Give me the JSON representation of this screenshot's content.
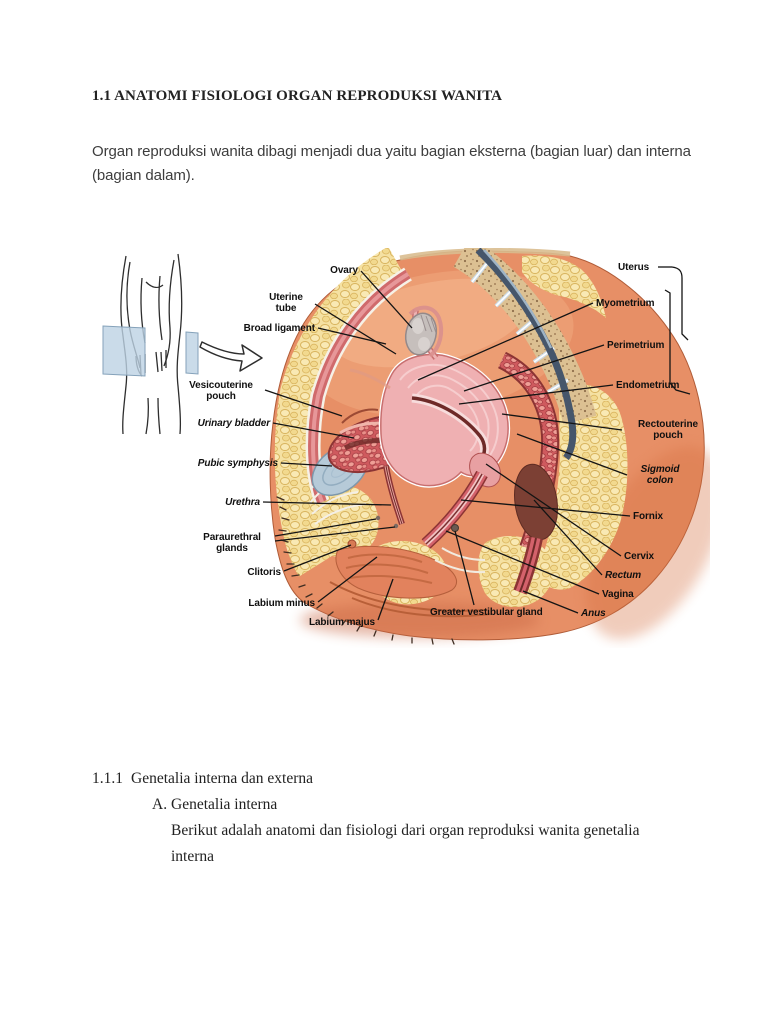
{
  "document": {
    "heading": "1.1 ANATOMI FISIOLOGI ORGAN REPRODUKSI WANITA",
    "intro_line1": "Organ reproduksi wanita dibagi menjadi dua yaitu bagian eksterna (bagian luar) dan interna",
    "intro_line2": "(bagian dalam).",
    "section": {
      "number": "1.1.1",
      "title": "Genetalia interna dan externa",
      "item_marker": "A.",
      "item_title": "Genetalia interna",
      "item_body_line1": "Berikut adalah anatomi dan fisiologi dari organ reproduksi wanita genetalia",
      "item_body_line2": "interna"
    }
  },
  "figure": {
    "labels": {
      "ovary": "Ovary",
      "uterine_tube": "Uterine tube",
      "broad_ligament": "Broad ligament",
      "vesicouterine_pouch": "Vesicouterine pouch",
      "urinary_bladder": "Urinary bladder",
      "pubic_symphysis": "Pubic symphysis",
      "urethra": "Urethra",
      "paraurethral_glands": "Paraurethral glands",
      "clitoris": "Clitoris",
      "labium_minus": "Labium minus",
      "labium_majus": "Labium majus",
      "greater_vestibular_gland": "Greater vestibular gland",
      "uterus": "Uterus",
      "myometrium": "Myometrium",
      "perimetrium": "Perimetrium",
      "endometrium": "Endometrium",
      "rectouterine_pouch": "Rectouterine pouch",
      "sigmoid_colon": "Sigmoid colon",
      "fornix": "Fornix",
      "cervix": "Cervix",
      "rectum": "Rectum",
      "vagina": "Vagina",
      "anus": "Anus"
    },
    "colors": {
      "skin": "#e78f66",
      "fat": "#f5e1a2",
      "muscle_red": "#d06a6c",
      "uterus_pink": "#efb0b2",
      "bone_tan": "#dcc092",
      "symphysis_blue": "#b6cad8",
      "spinal_canal": "#46566b",
      "ovary_gray": "#c6bfbc",
      "background": "#ffffff"
    }
  }
}
